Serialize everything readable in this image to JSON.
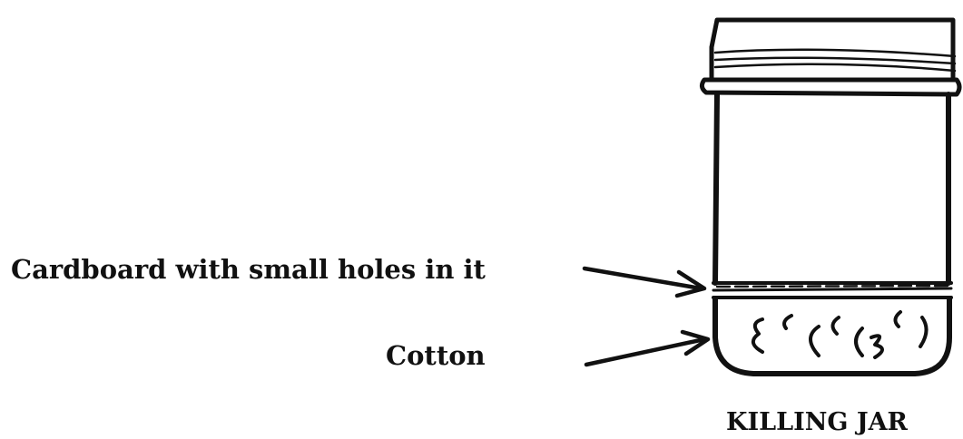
{
  "diagram": {
    "title": "KILLING JAR",
    "labels": {
      "cardboard": "Cardboard with small holes in it",
      "cotton": "Cotton"
    }
  }
}
